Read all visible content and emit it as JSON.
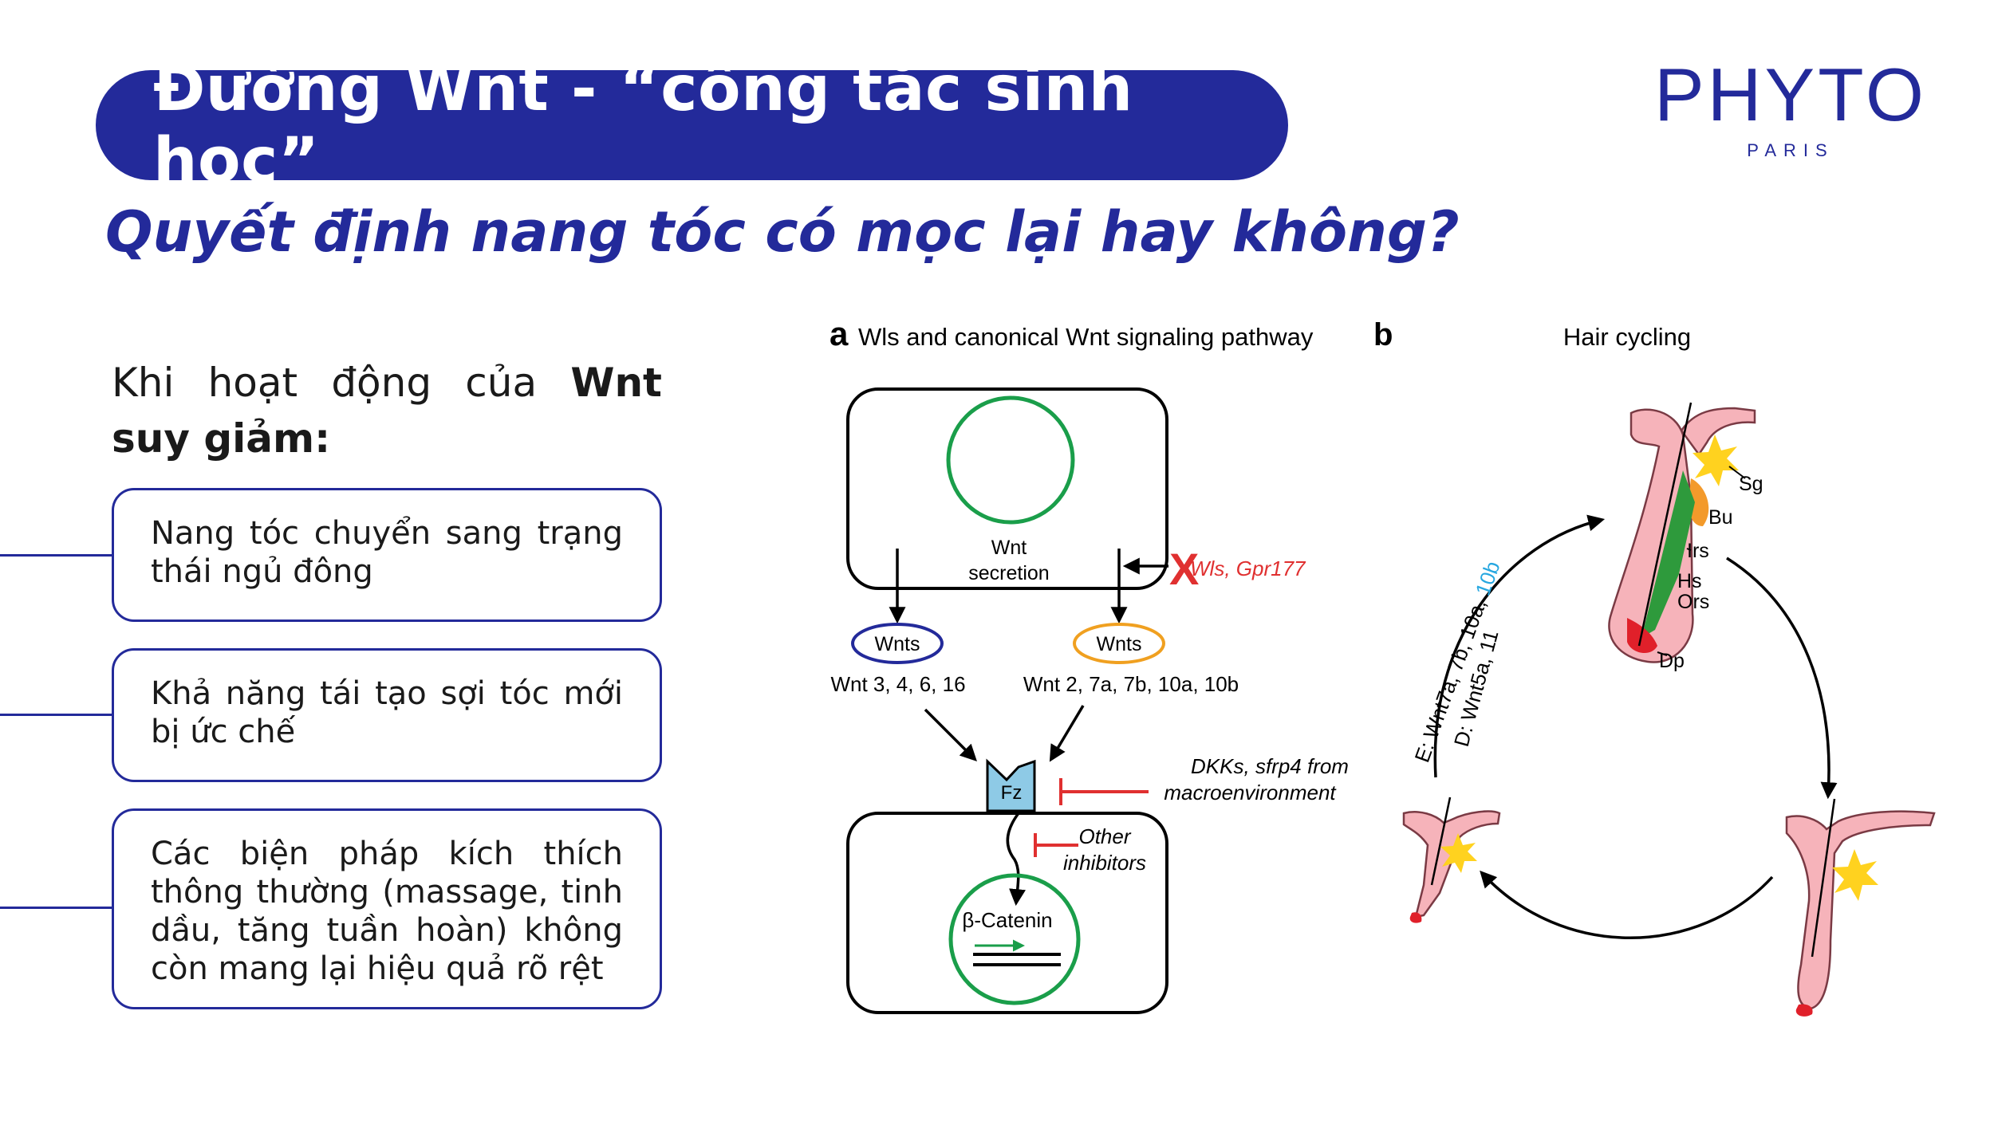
{
  "header": {
    "title": "Đường Wnt - “công tắc sinh học”",
    "subtitle": "Quyết định nang tóc có mọc lại hay không?"
  },
  "logo": {
    "brand": "PHYTO",
    "city": "PARIS"
  },
  "intro": {
    "part1": "Khi",
    "part2": "hoạt",
    "part3": "động",
    "part4": "của",
    "bold1": "Wnt",
    "bold2": "suy giảm:"
  },
  "cards": [
    {
      "text": "Nang tóc chuyển sang trạng thái ngủ đông"
    },
    {
      "text": "Khả năng tái tạo sợi tóc mới bị ức chế"
    },
    {
      "text": "Các biện pháp kích thích thông thường (massage, tinh dầu, tăng tuần hoàn) không còn mang lại hiệu quả rõ rệt"
    }
  ],
  "figure_a": {
    "panel_letter": "a",
    "title": "Wls and canonical Wnt signaling pathway",
    "wnt_secretion_1": "Wnt",
    "wnt_secretion_2": "secretion",
    "blocker": "Wls, Gpr177",
    "blocker_mark": "X",
    "wnts_left_label": "Wnts",
    "wnts_left_list": "Wnt 3, 4, 6, 16",
    "wnts_right_label": "Wnts",
    "wnts_right_list": "Wnt 2, 7a, 7b, 10a, 10b",
    "receptor": "Fz",
    "dkk_1": "DKKs, sfrp4 from",
    "dkk_2": "macroenvironment",
    "other_1": "Other",
    "other_2": "inhibitors",
    "catenin": "β-Catenin",
    "colors": {
      "green": "#1a9e4a",
      "blue": "#232a9a",
      "orange": "#f0a020",
      "red": "#e03030",
      "receptor": "#8ecae6"
    }
  },
  "figure_b": {
    "panel_letter": "b",
    "title": "Hair cycling",
    "labels": {
      "sg": "Sg",
      "bu": "Bu",
      "irs": "Irs",
      "hs": "Hs",
      "ors": "Ors",
      "dp": "Dp"
    },
    "arc_e_prefix": "E: Wnt7a, 7b, 10a, ",
    "arc_e_blue": "10b",
    "arc_d": "D: Wnt5a, 11",
    "colors": {
      "follicle": "#f6b3ba",
      "orange": "#f39a2b",
      "green": "#2e9a3c",
      "red": "#e0202a",
      "star": "#ffd21f",
      "blue_text": "#27a7e0"
    }
  }
}
